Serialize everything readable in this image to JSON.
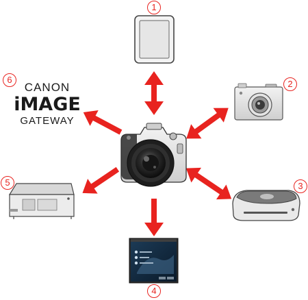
{
  "markers": {
    "m1": "1",
    "m2": "2",
    "m3": "3",
    "m4": "4",
    "m5": "5",
    "m6": "6"
  },
  "logo": {
    "brand": "CANON",
    "image": "iMAGE",
    "gateway": "GATEWAY"
  },
  "colors": {
    "arrow": "#e8231f",
    "marker": "#e8231f"
  },
  "icons": {
    "center": "dslr-camera-icon",
    "n1": "tablet-smartphone-icon",
    "n2": "compact-camera-icon",
    "n3": "connect-station-icon",
    "n4": "computer-screen-icon",
    "n5": "printer-icon"
  }
}
